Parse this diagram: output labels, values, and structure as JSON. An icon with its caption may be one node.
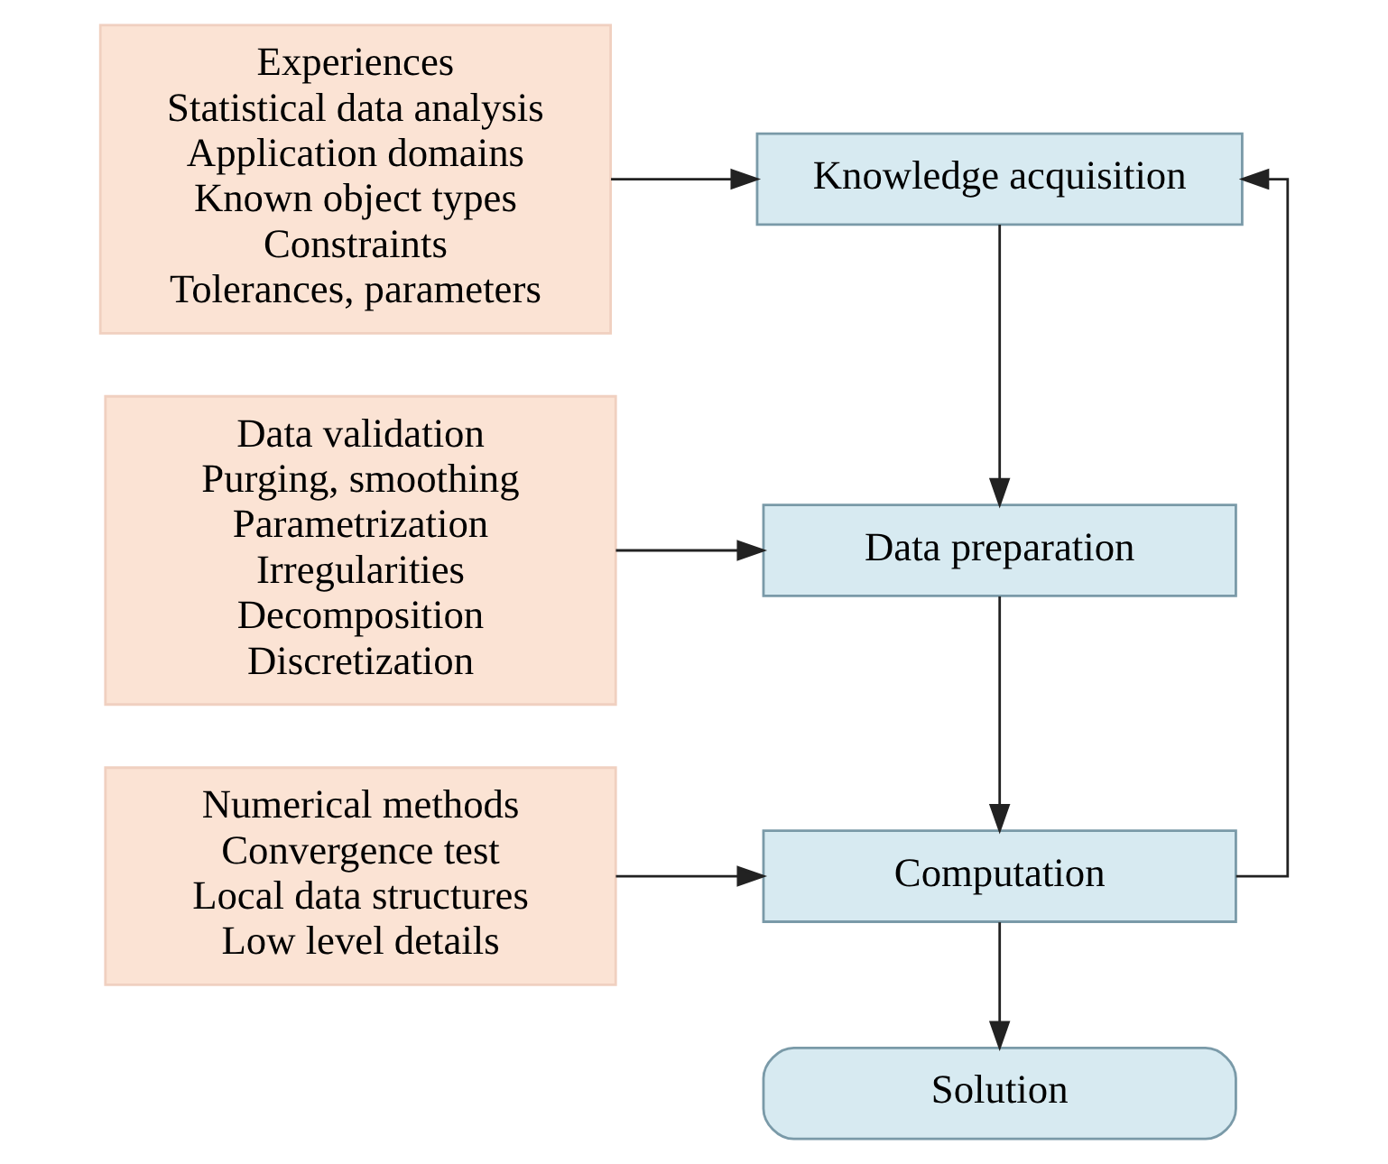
{
  "diagram": {
    "nodes": [
      {
        "text": [
          "Knowledge acquisition"
        ]
      },
      {
        "text": [
          "Data preparation"
        ]
      },
      {
        "text": [
          "Computation"
        ]
      },
      {
        "text": [
          "Solution"
        ]
      },
      {
        "text": [
          "Experiences",
          "Statistical data analysis",
          "Application domains",
          "Known object types",
          "Constraints",
          "Tolerances, parameters"
        ]
      },
      {
        "text": [
          "Data validation",
          "Purging, smoothing",
          "Parametrization",
          "Irregularities",
          "Decomposition",
          "Discretization"
        ]
      },
      {
        "text": [
          "Numerical methods",
          "Convergence test",
          "Local data structures",
          "Low level details"
        ]
      }
    ],
    "edges": [
      {
        "from": 0,
        "to": 1,
        "arrow": "to"
      },
      {
        "from": 1,
        "to": 2,
        "arrow": "to"
      },
      {
        "from": 2,
        "to": 3,
        "arrow": "to"
      },
      {
        "from": 2,
        "to": 0,
        "arrow": "to"
      },
      {
        "from": 4,
        "to": 0,
        "arrow": "to"
      },
      {
        "from": 5,
        "to": 1,
        "arrow": "to"
      },
      {
        "from": 6,
        "to": 2,
        "arrow": "to"
      }
    ]
  }
}
